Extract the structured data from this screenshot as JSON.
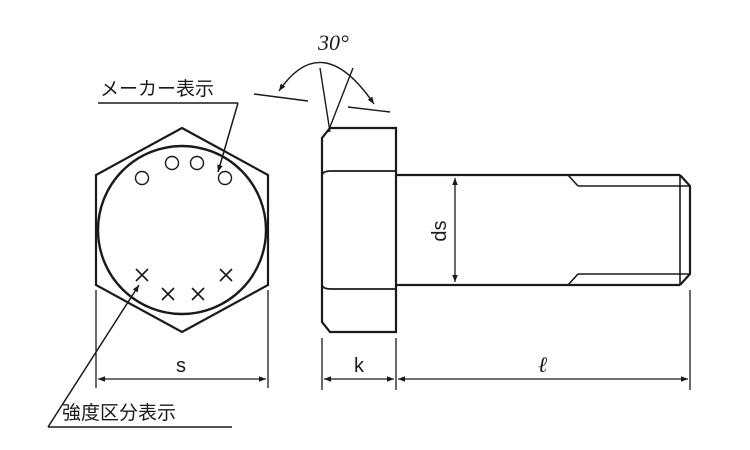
{
  "colors": {
    "stroke": "#1a1a1a",
    "background": "#ffffff"
  },
  "labels": {
    "angle": "30°",
    "maker_mark": "メーカー表示",
    "strength_mark": "強度区分表示",
    "width_across_flats": "s",
    "head_height": "k",
    "length": "ℓ",
    "shank_diameter": "ds"
  }
}
